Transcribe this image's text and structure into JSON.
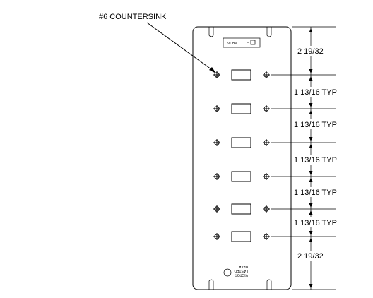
{
  "callout": {
    "label": "#6 COUNTERSINK"
  },
  "dimensions": {
    "top": "2 19/32",
    "spacing": [
      "1 13/16 TYP",
      "1 13/16 TYP",
      "1 13/16 TYP",
      "1 13/16 TYP",
      "1 13/16 TYP"
    ],
    "bottom": "2 19/32"
  },
  "panel": {
    "header_label": "VCBV",
    "switch_rows": 6,
    "logo_text_lines": [
      "VICTOR",
      "LASTED",
      "BELA"
    ]
  }
}
